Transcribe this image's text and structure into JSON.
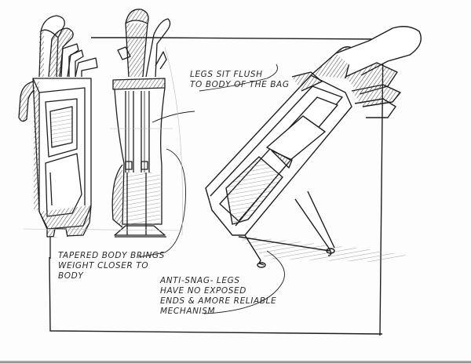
{
  "sketch": {
    "subject": "Golf bag concept sketch with integrated stand legs",
    "views": [
      {
        "name": "front-view",
        "description": "Front view of golf bag with clubs"
      },
      {
        "name": "side-view",
        "description": "Side view of golf bag showing flush legs"
      },
      {
        "name": "perspective-view",
        "description": "Perspective view of bag standing on anti-snag legs"
      }
    ],
    "annotations": {
      "legs_flush": {
        "lines": [
          "LEGS SIT FLUSH",
          "TO BODY OF THE BAG"
        ]
      },
      "tapered_body": {
        "lines": [
          "TAPERED BODY BRINGS",
          "WEIGHT CLOSER TO",
          "BODY"
        ]
      },
      "anti_snag": {
        "lines": [
          "ANTI-SNAG- LEGS",
          "HAVE NO EXPOSED",
          "ENDS & AMORE RELIABLE",
          "MECHANISM"
        ]
      }
    },
    "colors": {
      "ink": "#1e1e1e",
      "hatch": "#555555",
      "paper": "#fdfdfd"
    }
  }
}
